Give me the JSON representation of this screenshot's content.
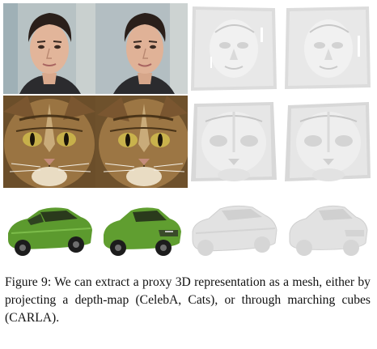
{
  "figure": {
    "label": "Figure 9:",
    "caption_text": "We can extract a proxy 3D representation as a mesh, either by projecting a depth-map (CelebA, Cats), or through marching cubes (CARLA)."
  },
  "rows": [
    {
      "dataset": "CelebA",
      "panels": [
        "face-photo",
        "face-photo-alt",
        "face-mesh",
        "face-mesh-alt"
      ]
    },
    {
      "dataset": "Cats",
      "panels": [
        "cat-photo",
        "cat-photo-alt",
        "cat-mesh",
        "cat-mesh-alt"
      ]
    },
    {
      "dataset": "CARLA",
      "panels": [
        "car-render",
        "car-render-alt",
        "car-mesh",
        "car-mesh-alt"
      ]
    }
  ],
  "colors": {
    "car_green": "#5c9a2e",
    "mesh_gray": "#e4e4e4",
    "cat_fur": "#8a6a3c"
  }
}
